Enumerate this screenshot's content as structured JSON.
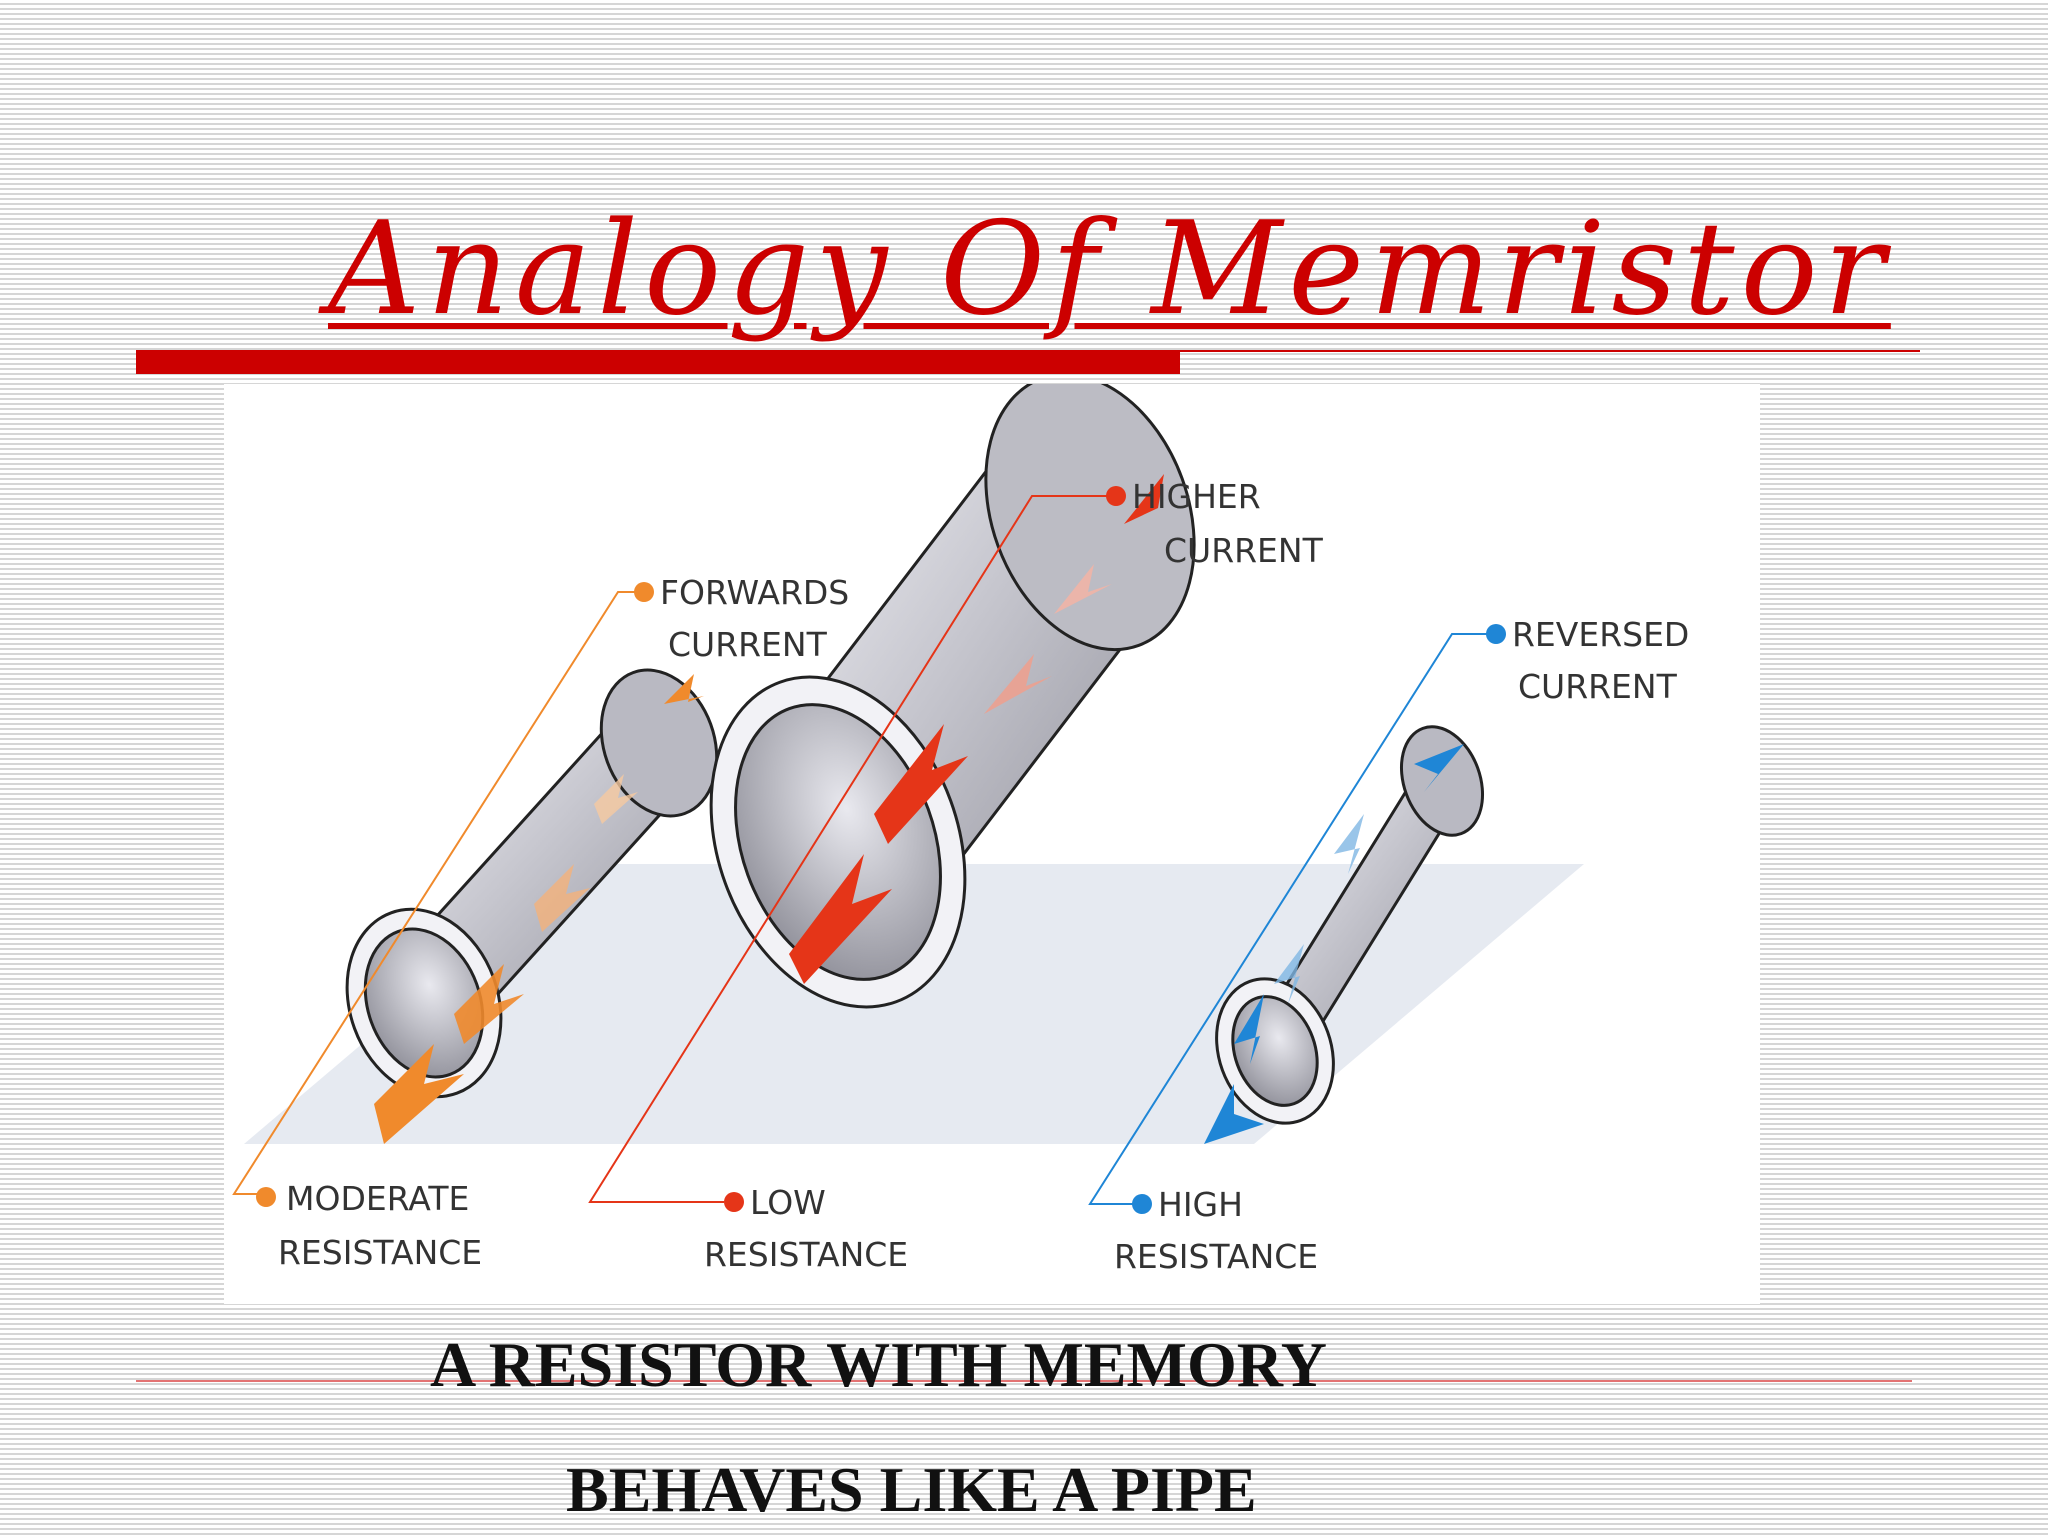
{
  "slide": {
    "title": "Analogy Of Memristor",
    "caption_line1": "A RESISTOR WITH MEMORY",
    "caption_line2": "BEHAVES LIKE A PIPE"
  },
  "diagram": {
    "labels": {
      "forwards_current": [
        "FORWARDS",
        "CURRENT"
      ],
      "moderate_resistance": [
        "MODERATE",
        "RESISTANCE"
      ],
      "higher_current": [
        "HIGHER",
        "CURRENT"
      ],
      "low_resistance": [
        "LOW",
        "RESISTANCE"
      ],
      "reversed_current": [
        "REVERSED",
        "CURRENT"
      ],
      "high_resistance": [
        "HIGH",
        "RESISTANCE"
      ]
    },
    "colors": {
      "title": "#cc0000",
      "orange": "#f08a2c",
      "red": "#e53518",
      "blue": "#1f86d6"
    }
  }
}
